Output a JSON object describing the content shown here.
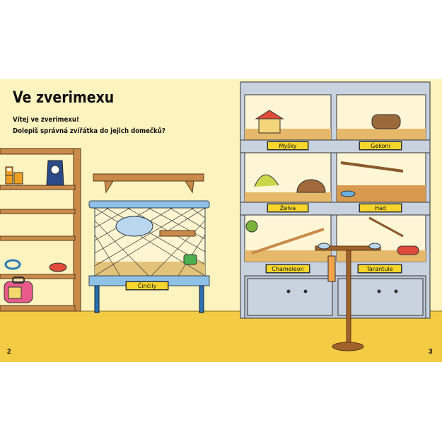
{
  "heading": "Ve zverimexu",
  "intro": {
    "line1": "Vítej ve zverimexu!",
    "line2": "Dolepiš správná zvířátka do jejich domečků?"
  },
  "labels": {
    "cincily": "Činčily",
    "mysky": "Myšky",
    "gekoni": "Gekoni",
    "zelva": "Želva",
    "had": "Had",
    "chameleon": "Chameleon",
    "tarantule": "Tarantule"
  },
  "page_numbers": {
    "left": "2",
    "right": "3"
  },
  "colors": {
    "wall": "#fcf3bf",
    "floor": "#f4cc44",
    "cabinet": "#c9d3e0",
    "wood": "#c98a4a",
    "label": "#f6d62a",
    "cage_frame": "#8fc1e6"
  }
}
